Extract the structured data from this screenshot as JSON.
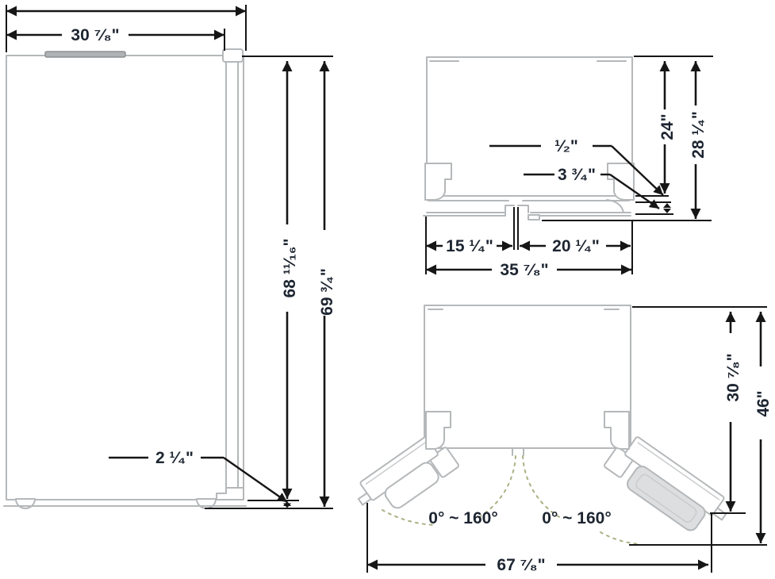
{
  "diagram_colors": {
    "dimension_line": "#161616",
    "outline_gray": "#b5b8ba",
    "swing_arc_green": "#abb184",
    "label_text": "#1d2531",
    "door_bin_fill": "#dcdee0"
  },
  "side_view": {
    "width": "30 ⁷⁄₈\"",
    "height_case": "68 ¹¹⁄₁₆\"",
    "height_total": "69 ³⁄₄\"",
    "base_clearance": "2 ¹⁄₄\""
  },
  "top_closed": {
    "door_gap": "¹⁄₂\"",
    "door_thickness": "3 ³⁄₄\"",
    "depth_case": "24\"",
    "depth_total": "28 ¹⁄₄\"",
    "left_door_width": "15 ¹⁄₄\"",
    "right_door_width": "20 ¹⁄₄\"",
    "width_total": "35 ⁷⁄₈\""
  },
  "top_open": {
    "depth_door_open": "30 ⁷⁄₈\"",
    "depth_total_open": "46\"",
    "swing_left": "0° ~ 160°",
    "swing_right": "0° ~ 160°",
    "width_doors_open": "67 ⁷⁄₈\""
  }
}
